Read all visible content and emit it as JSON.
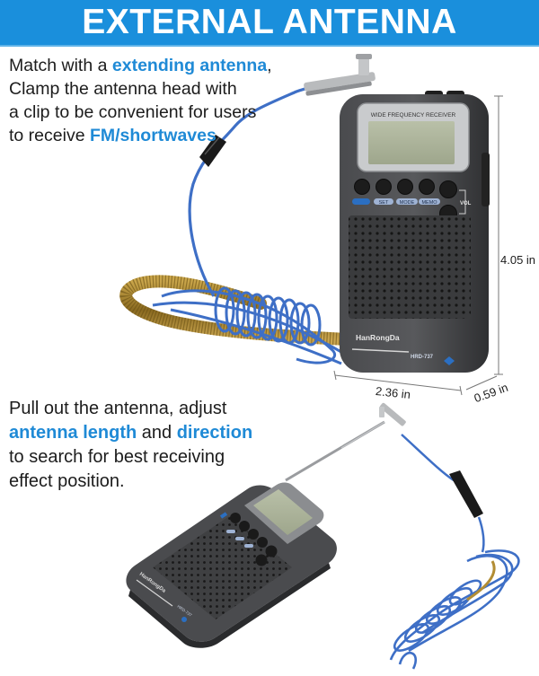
{
  "banner": {
    "title": "EXTERNAL ANTENNA",
    "background": "#1a8fdc",
    "text_color": "#ffffff"
  },
  "top_caption": {
    "line1_prefix": "Match with a ",
    "line1_highlight": "extending antenna",
    "line1_suffix": ",",
    "line2": "Clamp the antenna head with",
    "line3": "a clip to be convenient for users",
    "line4_prefix": "to receive ",
    "line4_highlight": "FM/shortwaves",
    "line4_suffix": ".",
    "highlight_color": "#1f8ad6"
  },
  "bottom_caption": {
    "line1": "Pull out the antenna, adjust",
    "line2_highlight_a": "antenna length",
    "line2_middle": " and ",
    "line2_highlight_b": "direction",
    "line3": "to search for best receiving",
    "line4": "effect position."
  },
  "product": {
    "panel_label": "WIDE  FREQUENCY RECEIVER",
    "button_labels": [
      "SET",
      "MODE",
      "MEMO"
    ],
    "vol_label": "VOL",
    "brand": "HanRongDa",
    "model": "HRD-737"
  },
  "dimensions": {
    "height": "4.05 in",
    "width": "2.36 in",
    "depth": "0.59 in"
  }
}
